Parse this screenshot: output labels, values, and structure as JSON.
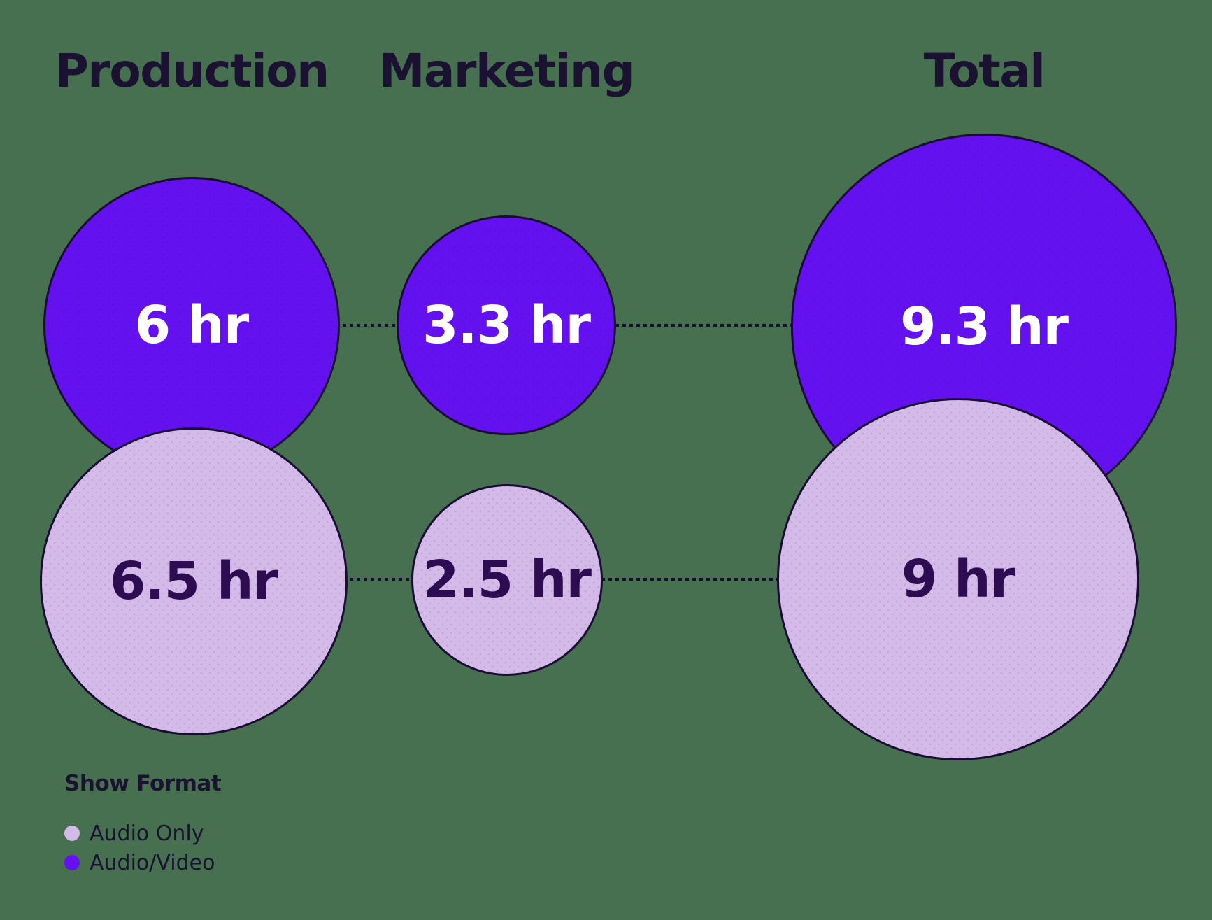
{
  "colors": {
    "background": "#46704F",
    "audio_video_bubble": "#6411F0",
    "audio_only_bubble": "#D3BAE8",
    "bubble_outline": "#1A0D33",
    "heading_text": "#1B1232",
    "label_on_purple": "#FFFFFF",
    "label_on_lavender": "#2E0C52"
  },
  "chart_data": {
    "type": "bubble",
    "unit": "hours",
    "columns": [
      "Production",
      "Marketing",
      "Total"
    ],
    "series": [
      {
        "name": "Audio/Video",
        "color": "#6411F0",
        "values": [
          6,
          3.3,
          9.3
        ],
        "labels": [
          "6 hr",
          "3.3 hr",
          "9.3 hr"
        ]
      },
      {
        "name": "Audio Only",
        "color": "#D3BAE8",
        "values": [
          6.5,
          2.5,
          9
        ],
        "labels": [
          "6.5 hr",
          "2.5 hr",
          "9 hr"
        ]
      }
    ],
    "layout": {
      "bubble_area_proportional_to_value": true,
      "row_order_top_to_bottom": [
        "Audio/Video",
        "Audio Only"
      ],
      "connectors": "dotted horizontal lines linking bubbles in each row",
      "legend_position": "bottom-left",
      "grid": false
    }
  },
  "legend": {
    "title": "Show Format",
    "items": [
      {
        "label": "Audio Only",
        "color": "#D3BAE8"
      },
      {
        "label": "Audio/Video",
        "color": "#6411F0"
      }
    ]
  }
}
